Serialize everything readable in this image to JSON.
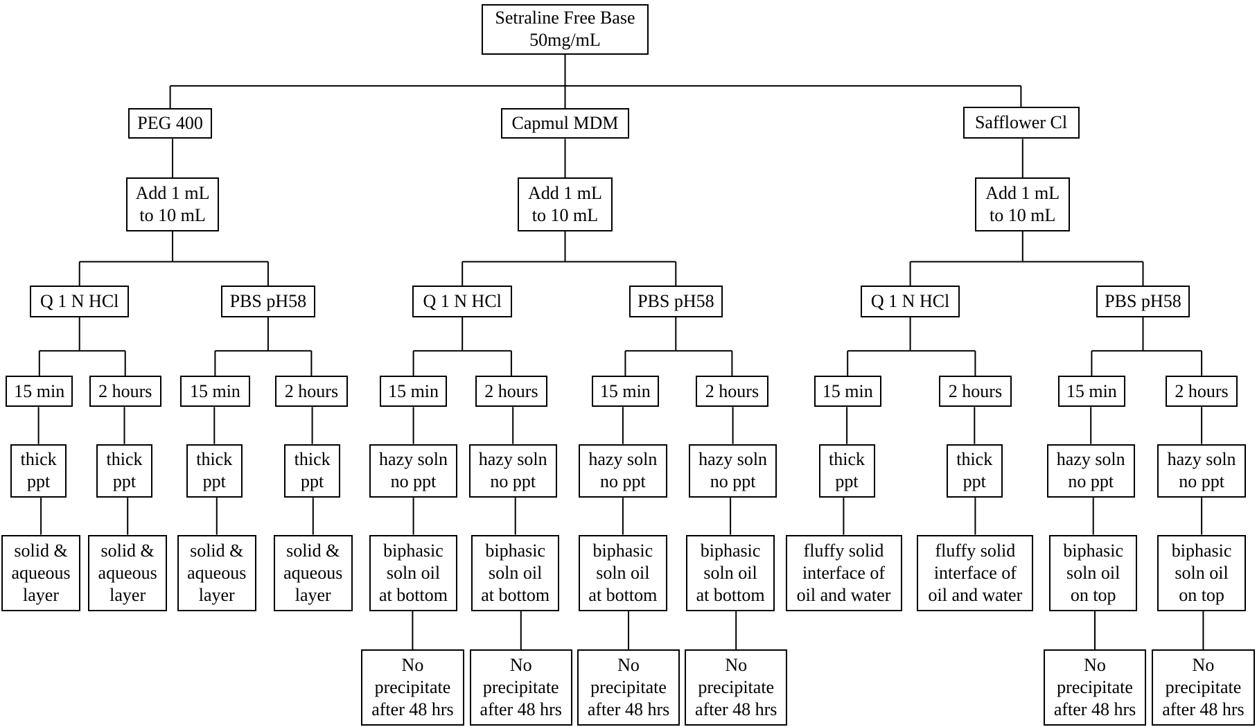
{
  "title": "Setraline Free Base\n50mg/mL",
  "solvents": [
    {
      "name": "PEG 400",
      "add": "Add 1 mL\nto 10 mL",
      "media": [
        {
          "name": "Q 1 N HCl",
          "times": [
            {
              "label": "15 min",
              "obs": "thick\nppt",
              "result": "solid &\naqueous\nlayer",
              "final": ""
            },
            {
              "label": "2 hours",
              "obs": "thick\nppt",
              "result": "solid &\naqueous\nlayer",
              "final": ""
            }
          ]
        },
        {
          "name": "PBS pH58",
          "times": [
            {
              "label": "15 min",
              "obs": "thick\nppt",
              "result": "solid &\naqueous\nlayer",
              "final": ""
            },
            {
              "label": "2 hours",
              "obs": "thick\nppt",
              "result": "solid &\naqueous\nlayer",
              "final": ""
            }
          ]
        }
      ]
    },
    {
      "name": "Capmul MDM",
      "add": "Add 1 mL\nto 10 mL",
      "media": [
        {
          "name": "Q 1 N HCl",
          "times": [
            {
              "label": "15 min",
              "obs": "hazy soln\nno ppt",
              "result": "biphasic\nsoln oil\nat bottom",
              "final": "No\nprecipitate\nafter 48 hrs"
            },
            {
              "label": "2 hours",
              "obs": "hazy soln\nno ppt",
              "result": "biphasic\nsoln oil\nat bottom",
              "final": "No\nprecipitate\nafter 48 hrs"
            }
          ]
        },
        {
          "name": "PBS pH58",
          "times": [
            {
              "label": "15 min",
              "obs": "hazy soln\nno ppt",
              "result": "biphasic\nsoln oil\nat bottom",
              "final": "No\nprecipitate\nafter 48 hrs"
            },
            {
              "label": "2 hours",
              "obs": "hazy soln\nno ppt",
              "result": "biphasic\nsoln oil\nat bottom",
              "final": "No\nprecipitate\nafter 48 hrs"
            }
          ]
        }
      ]
    },
    {
      "name": "Safflower Cl",
      "add": "Add 1 mL\nto 10 mL",
      "media": [
        {
          "name": "Q 1 N HCl",
          "times": [
            {
              "label": "15 min",
              "obs": "thick\nppt",
              "result": "fluffy solid\ninterface of\noil and water",
              "final": ""
            },
            {
              "label": "2 hours",
              "obs": "thick\nppt",
              "result": "fluffy solid\ninterface of\noil and water",
              "final": ""
            }
          ]
        },
        {
          "name": "PBS pH58",
          "times": [
            {
              "label": "15 min",
              "obs": "hazy soln\nno ppt",
              "result": "biphasic\nsoln oil\non top",
              "final": "No\nprecipitate\nafter 48 hrs"
            },
            {
              "label": "2 hours",
              "obs": "hazy soln\nno ppt",
              "result": "biphasic\nsoln oil\non top",
              "final": "No\nprecipitate\nafter 48 hrs"
            }
          ]
        }
      ]
    }
  ]
}
